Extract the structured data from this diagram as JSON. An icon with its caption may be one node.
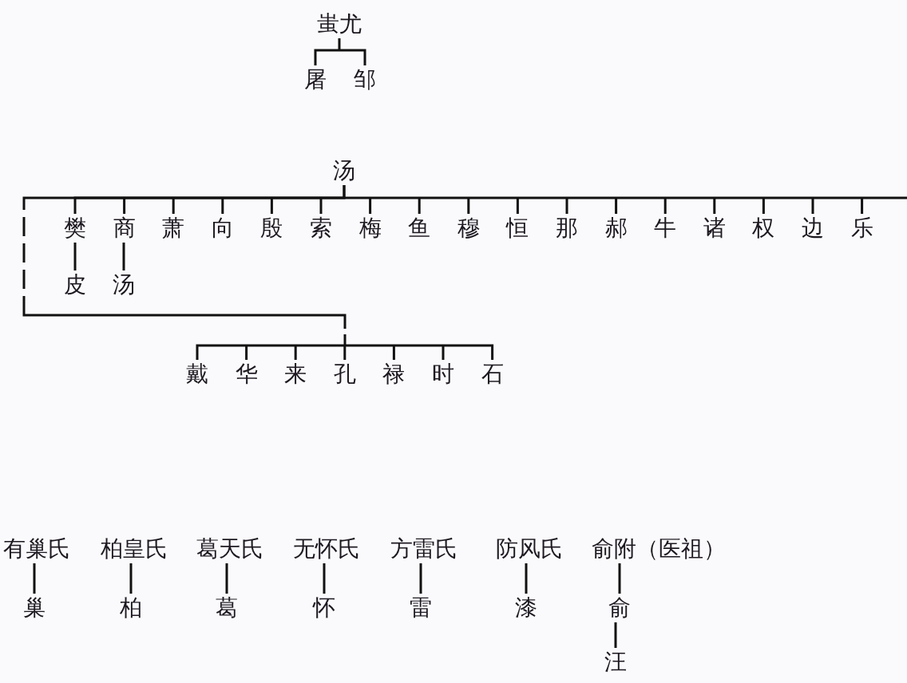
{
  "diagram": {
    "nodes": [
      {
        "text": [
          "蚩尤"
        ]
      },
      {
        "text": [
          "屠"
        ]
      },
      {
        "text": [
          "邹"
        ]
      },
      {
        "text": [
          "汤"
        ]
      },
      {
        "text": [
          "樊"
        ]
      },
      {
        "text": [
          "商"
        ]
      },
      {
        "text": [
          "萧"
        ]
      },
      {
        "text": [
          "向"
        ]
      },
      {
        "text": [
          "殷"
        ]
      },
      {
        "text": [
          "索"
        ]
      },
      {
        "text": [
          "梅"
        ]
      },
      {
        "text": [
          "鱼"
        ]
      },
      {
        "text": [
          "穆"
        ]
      },
      {
        "text": [
          "恒"
        ]
      },
      {
        "text": [
          "那"
        ]
      },
      {
        "text": [
          "郝"
        ]
      },
      {
        "text": [
          "牛"
        ]
      },
      {
        "text": [
          "诸"
        ]
      },
      {
        "text": [
          "权"
        ]
      },
      {
        "text": [
          "边"
        ]
      },
      {
        "text": [
          "乐"
        ]
      },
      {
        "text": [
          "皮"
        ]
      },
      {
        "text": [
          "汤"
        ]
      },
      {
        "text": [
          "戴"
        ]
      },
      {
        "text": [
          "华"
        ]
      },
      {
        "text": [
          "来"
        ]
      },
      {
        "text": [
          "孔"
        ]
      },
      {
        "text": [
          "禄"
        ]
      },
      {
        "text": [
          "时"
        ]
      },
      {
        "text": [
          "石"
        ]
      },
      {
        "text": [
          "有巢氏"
        ]
      },
      {
        "text": [
          "柏皇氏"
        ]
      },
      {
        "text": [
          "葛天氏"
        ]
      },
      {
        "text": [
          "无怀氏"
        ]
      },
      {
        "text": [
          "方雷氏"
        ]
      },
      {
        "text": [
          "防风氏"
        ]
      },
      {
        "text": [
          "俞附（医祖）"
        ]
      },
      {
        "text": [
          "巢"
        ]
      },
      {
        "text": [
          "柏"
        ]
      },
      {
        "text": [
          "葛"
        ]
      },
      {
        "text": [
          "怀"
        ]
      },
      {
        "text": [
          "雷"
        ]
      },
      {
        "text": [
          "漆"
        ]
      },
      {
        "text": [
          "俞"
        ]
      },
      {
        "text": [
          "汪"
        ]
      }
    ],
    "edges": [
      {
        "from": 0,
        "to": 1,
        "arrow": "none"
      },
      {
        "from": 0,
        "to": 2,
        "arrow": "none"
      },
      {
        "from": 3,
        "to": 4,
        "arrow": "none"
      },
      {
        "from": 3,
        "to": 5,
        "arrow": "none"
      },
      {
        "from": 3,
        "to": 6,
        "arrow": "none"
      },
      {
        "from": 3,
        "to": 7,
        "arrow": "none"
      },
      {
        "from": 3,
        "to": 8,
        "arrow": "none"
      },
      {
        "from": 3,
        "to": 9,
        "arrow": "none"
      },
      {
        "from": 3,
        "to": 10,
        "arrow": "none"
      },
      {
        "from": 3,
        "to": 11,
        "arrow": "none"
      },
      {
        "from": 3,
        "to": 12,
        "arrow": "none"
      },
      {
        "from": 3,
        "to": 13,
        "arrow": "none"
      },
      {
        "from": 3,
        "to": 14,
        "arrow": "none"
      },
      {
        "from": 3,
        "to": 15,
        "arrow": "none"
      },
      {
        "from": 3,
        "to": 16,
        "arrow": "none"
      },
      {
        "from": 3,
        "to": 17,
        "arrow": "none"
      },
      {
        "from": 3,
        "to": 18,
        "arrow": "none"
      },
      {
        "from": 3,
        "to": 19,
        "arrow": "none"
      },
      {
        "from": 3,
        "to": 20,
        "arrow": "none"
      },
      {
        "from": 3,
        "to": 23,
        "arrow": "none",
        "style": "dashed"
      },
      {
        "from": 3,
        "to": 24,
        "arrow": "none",
        "style": "dashed"
      },
      {
        "from": 3,
        "to": 25,
        "arrow": "none",
        "style": "dashed"
      },
      {
        "from": 3,
        "to": 26,
        "arrow": "none",
        "style": "dashed"
      },
      {
        "from": 3,
        "to": 27,
        "arrow": "none",
        "style": "dashed"
      },
      {
        "from": 3,
        "to": 28,
        "arrow": "none",
        "style": "dashed"
      },
      {
        "from": 3,
        "to": 29,
        "arrow": "none",
        "style": "dashed"
      },
      {
        "from": 4,
        "to": 21,
        "arrow": "none"
      },
      {
        "from": 5,
        "to": 22,
        "arrow": "none"
      },
      {
        "from": 30,
        "to": 37,
        "arrow": "none"
      },
      {
        "from": 31,
        "to": 38,
        "arrow": "none"
      },
      {
        "from": 32,
        "to": 39,
        "arrow": "none"
      },
      {
        "from": 33,
        "to": 40,
        "arrow": "none"
      },
      {
        "from": 34,
        "to": 41,
        "arrow": "none"
      },
      {
        "from": 35,
        "to": 42,
        "arrow": "none"
      },
      {
        "from": 36,
        "to": 43,
        "arrow": "none"
      },
      {
        "from": 43,
        "to": 44,
        "arrow": "none"
      }
    ]
  }
}
